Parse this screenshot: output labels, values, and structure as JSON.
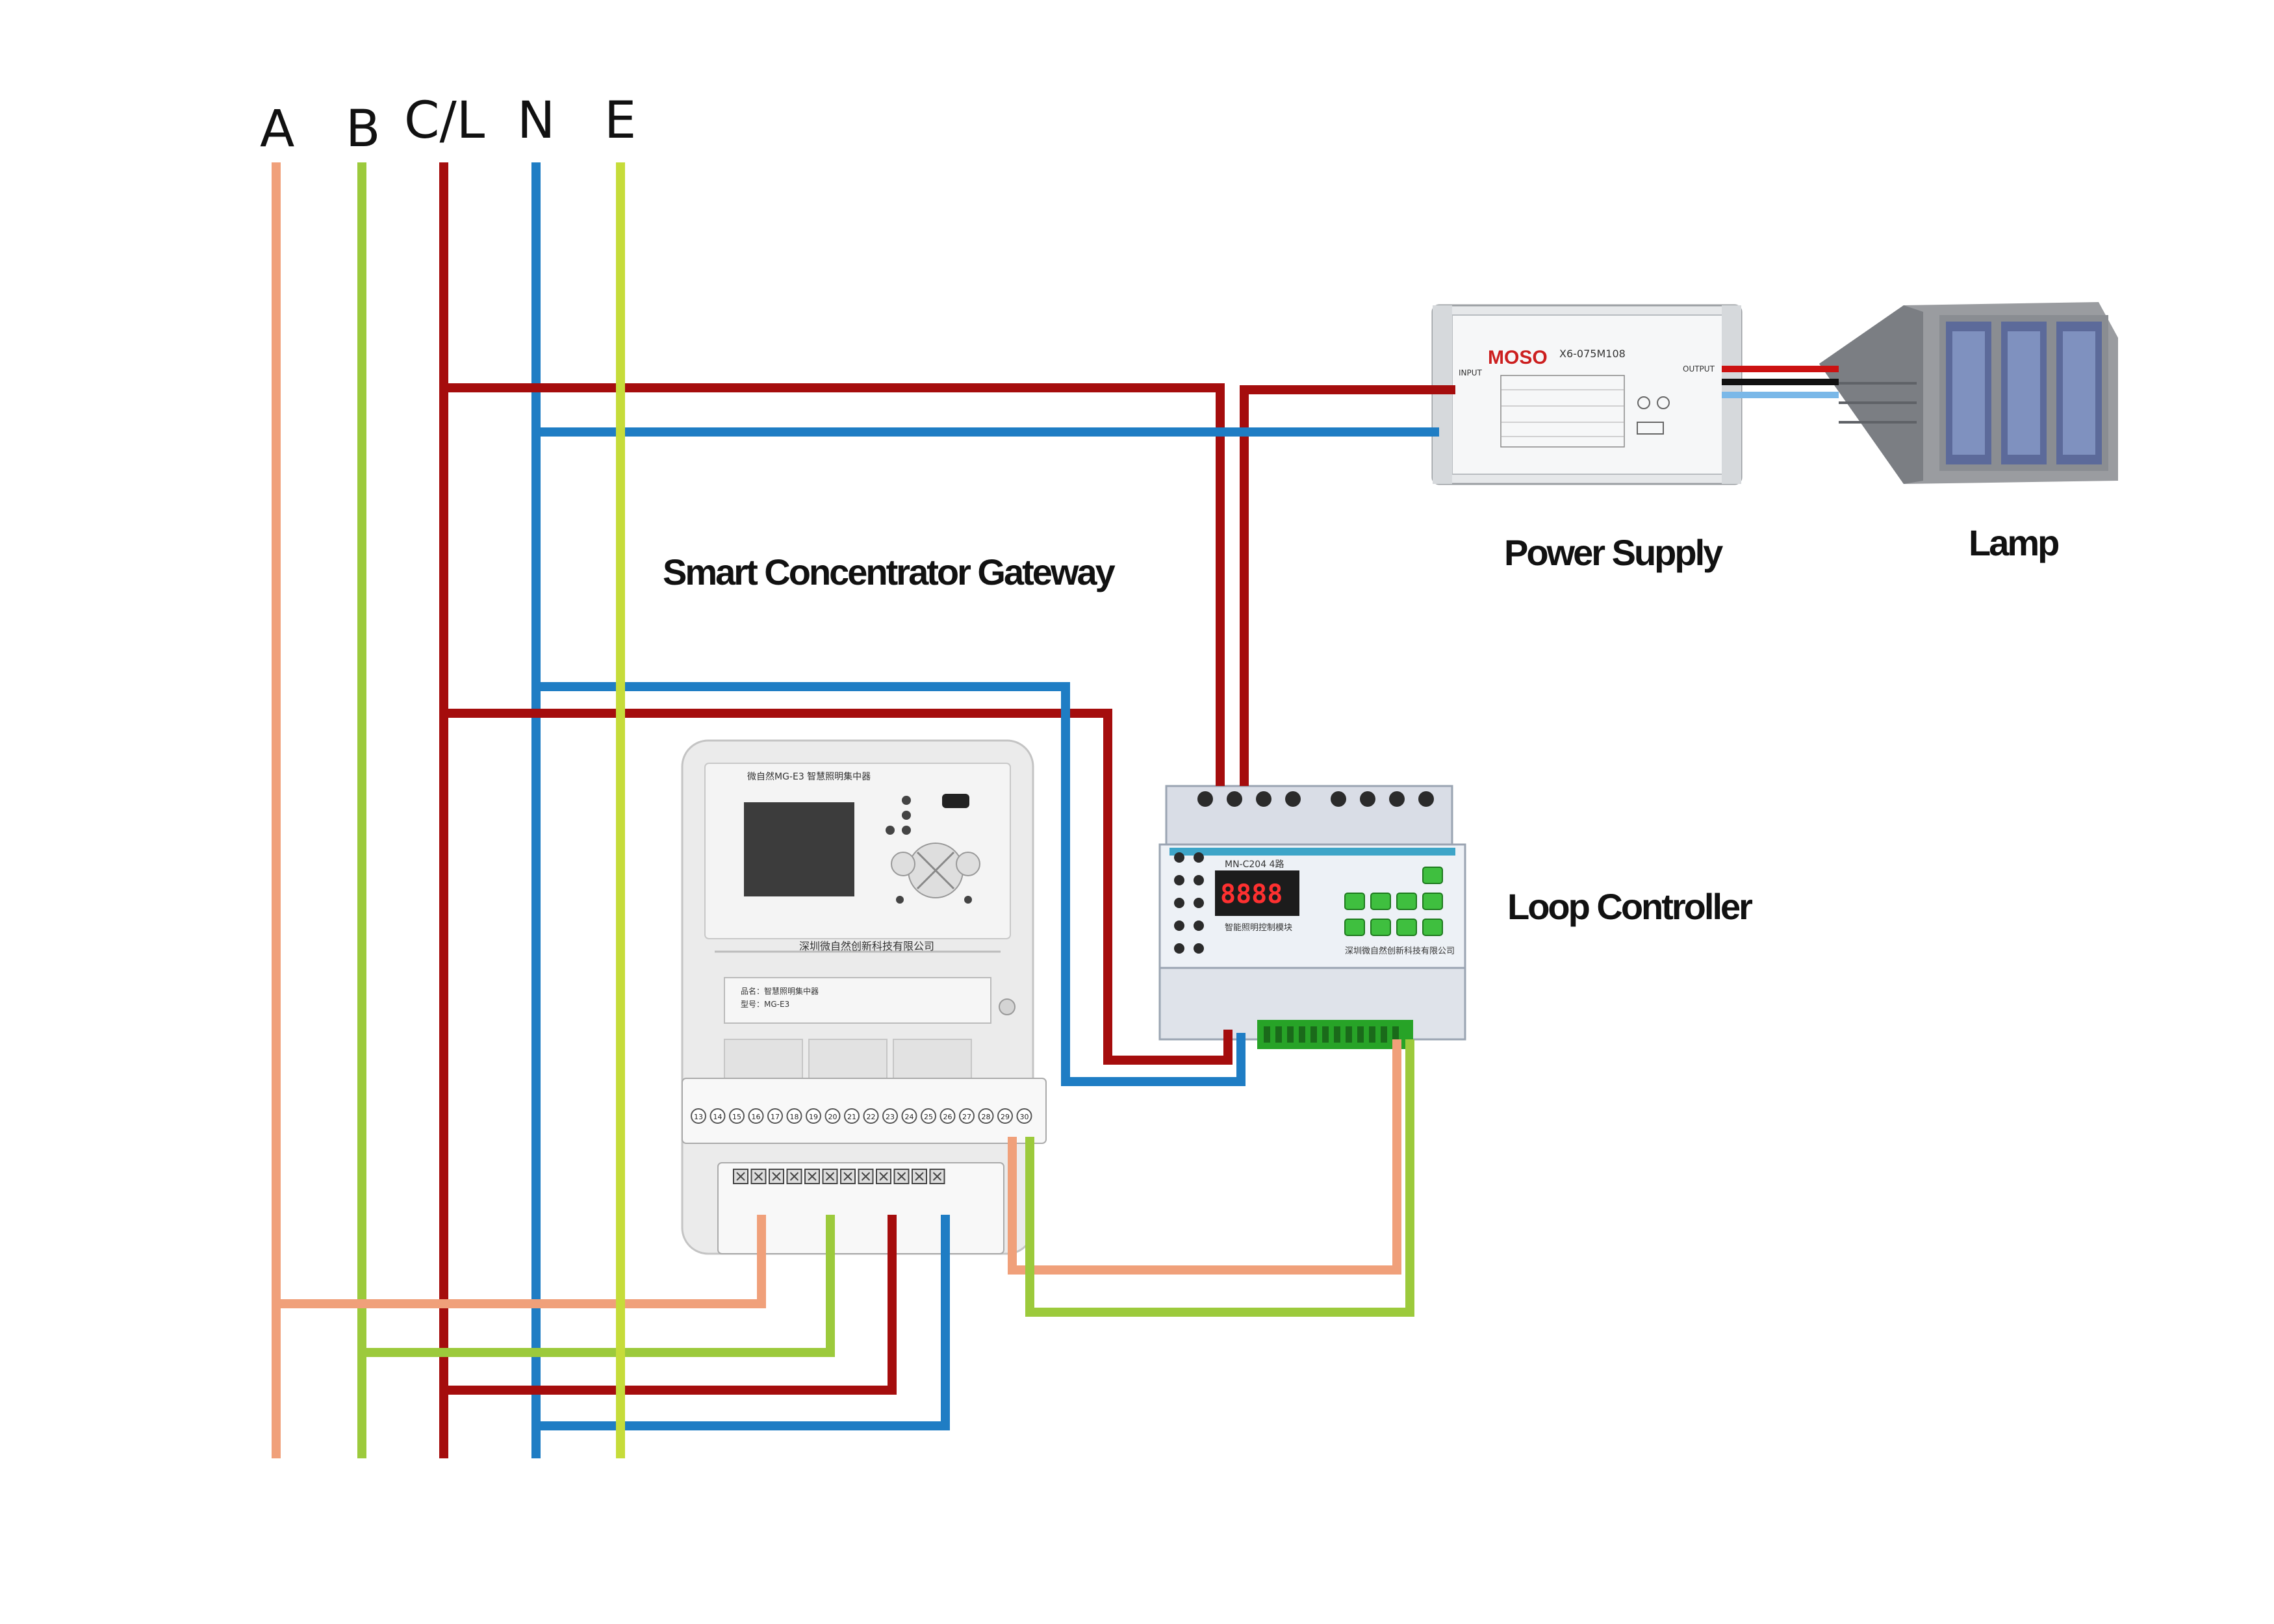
{
  "buses": [
    {
      "label": "A",
      "color": "#f0a07a"
    },
    {
      "label": "B",
      "color": "#9cca3c"
    },
    {
      "label": "C/L",
      "color": "#a50d0d"
    },
    {
      "label": "N",
      "color": "#1f7dc4"
    },
    {
      "label": "E",
      "color": "#c6dc3a"
    }
  ],
  "captions": {
    "gateway": "Smart Concentrator Gateway",
    "power_supply": "Power Supply",
    "lamp": "Lamp",
    "loop_controller": "Loop Controller"
  },
  "power_supply_device": {
    "brand": "MOSO",
    "model": "X6-075M108",
    "input_label": "INPUT",
    "output_label": "OUTPUT"
  },
  "gateway_device": {
    "title": "微自然MG-E3 智慧照明集中器",
    "company": "深圳微自然创新科技有限公司",
    "product_name": "品名：智慧照明集中器",
    "model": "型号：MG-E3",
    "terminal_numbers": [
      "13",
      "14",
      "15",
      "16",
      "17",
      "18",
      "19",
      "20",
      "21",
      "22",
      "23",
      "24",
      "25",
      "26",
      "27",
      "28",
      "29",
      "30"
    ]
  },
  "loop_controller_device": {
    "model": "MN-C204 4路",
    "display": "8888",
    "subtitle": "智能照明控制模块",
    "company": "深圳微自然创新科技有限公司"
  }
}
